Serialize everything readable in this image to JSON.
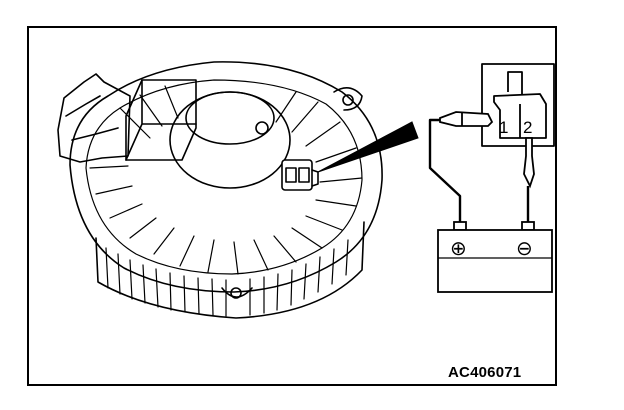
{
  "figure": {
    "reference_code": "AC406071",
    "connector": {
      "terminal_1_label": "1",
      "terminal_2_label": "2"
    },
    "battery": {
      "positive_symbol": "⊕",
      "negative_symbol": "⊖"
    }
  },
  "colors": {
    "line": "#000000",
    "background": "#ffffff"
  }
}
